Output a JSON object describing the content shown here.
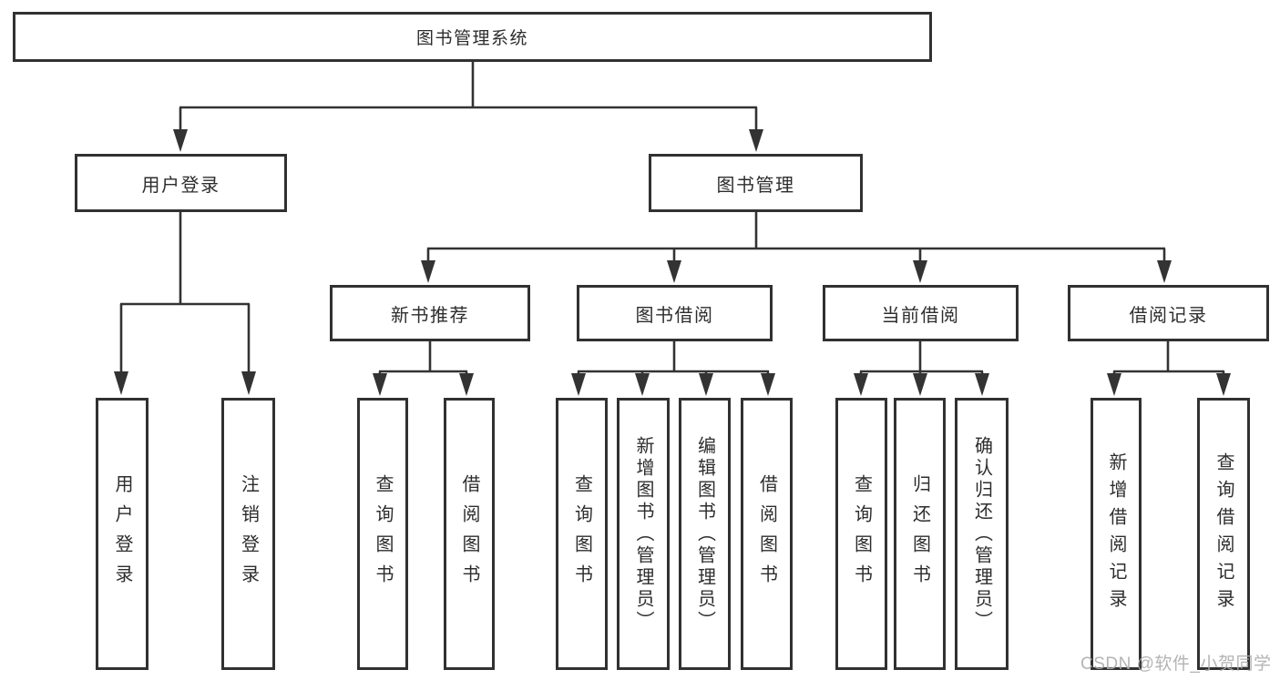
{
  "diagram": {
    "title_node": "图书管理系统",
    "root": {
      "label": "图书管理系统"
    },
    "branches": [
      {
        "label": "用户登录",
        "children": [
          {
            "label": "用户登录"
          },
          {
            "label": "注销登录"
          }
        ]
      },
      {
        "label": "图书管理",
        "children": [
          {
            "label": "新书推荐",
            "children": [
              {
                "label": "查询图书"
              },
              {
                "label": "借阅图书"
              }
            ]
          },
          {
            "label": "图书借阅",
            "children": [
              {
                "label": "查询图书"
              },
              {
                "label": "新增图书（管理员）"
              },
              {
                "label": "编辑图书（管理员）"
              },
              {
                "label": "借阅图书"
              }
            ]
          },
          {
            "label": "当前借阅",
            "children": [
              {
                "label": "查询图书"
              },
              {
                "label": "归还图书"
              },
              {
                "label": "确认归还（管理员）"
              }
            ]
          },
          {
            "label": "借阅记录",
            "children": [
              {
                "label": "新增借阅记录"
              },
              {
                "label": "查询借阅记录"
              }
            ]
          }
        ]
      }
    ]
  },
  "watermark": {
    "text": "CSDN @软件_小贺同学"
  },
  "colors": {
    "line": "#333333",
    "box_border": "#313131",
    "text": "#2d2d2d",
    "watermark": "#acacac",
    "background": "#ffffff"
  }
}
